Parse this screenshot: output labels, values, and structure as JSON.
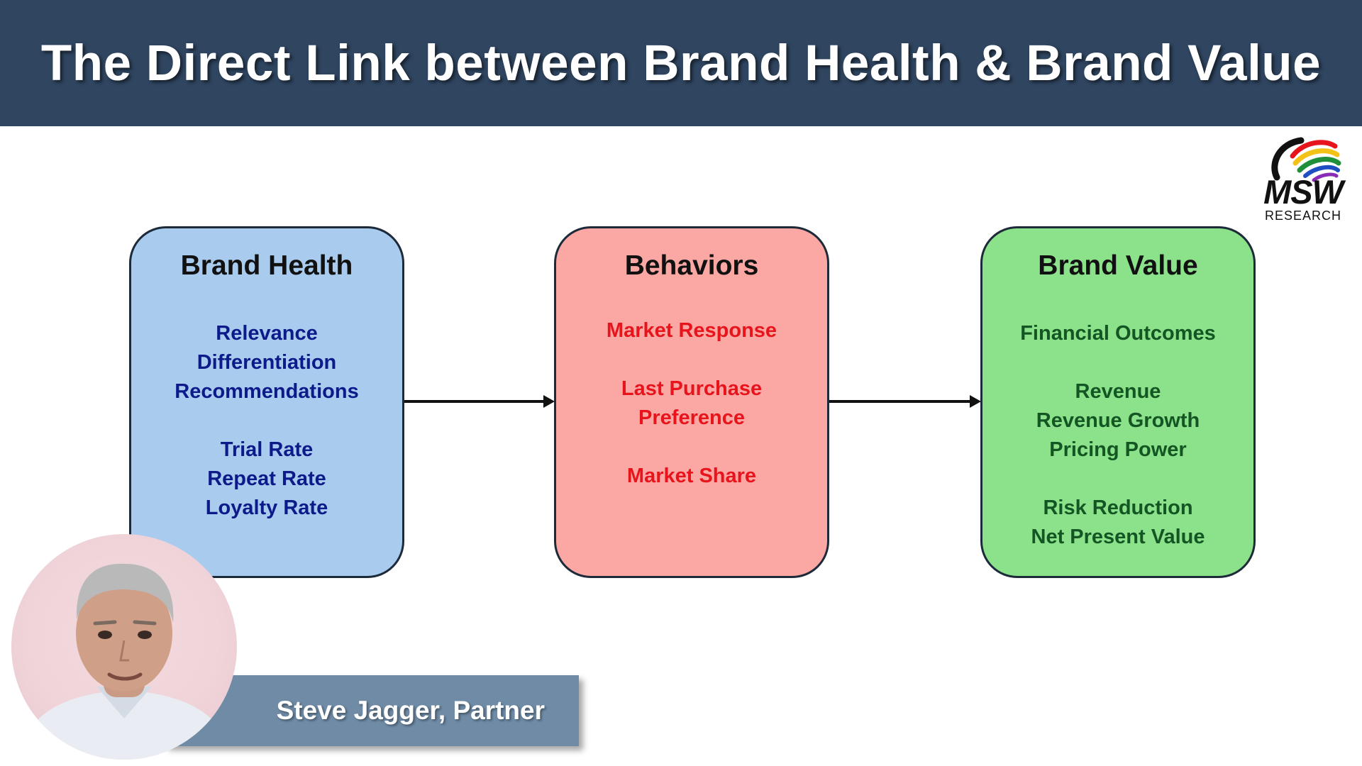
{
  "header": {
    "title": "The Direct Link between Brand Health & Brand Value",
    "background": "#2f4560"
  },
  "logo": {
    "name": "MSW",
    "subtitle": "RESEARCH",
    "colors": [
      "#e8141c",
      "#f2c316",
      "#1f8f3a",
      "#1e4fc2",
      "#8a2bb8"
    ]
  },
  "boxes": [
    {
      "title": "Brand Health",
      "color": "#a8cbee",
      "text_color": "#0c1a8a",
      "groups": [
        [
          "Relevance",
          "Differentiation",
          "Recommendations"
        ],
        [
          "Trial Rate",
          "Repeat Rate",
          "Loyalty Rate"
        ]
      ]
    },
    {
      "title": "Behaviors",
      "color": "#fba8a4",
      "text_color": "#e8141c",
      "groups": [
        [
          "Market Response"
        ],
        [
          "Last Purchase",
          "Preference"
        ],
        [
          "Market Share"
        ]
      ]
    },
    {
      "title": "Brand Value",
      "color": "#8be28a",
      "text_color": "#145524",
      "groups": [
        [
          "Financial Outcomes"
        ],
        [
          "Revenue",
          "Revenue Growth",
          "Pricing Power"
        ],
        [
          "Risk Reduction",
          "Net Present Value"
        ]
      ]
    }
  ],
  "presenter": {
    "name": "Steve Jagger, Partner",
    "bar_color": "#6f8ba6"
  }
}
